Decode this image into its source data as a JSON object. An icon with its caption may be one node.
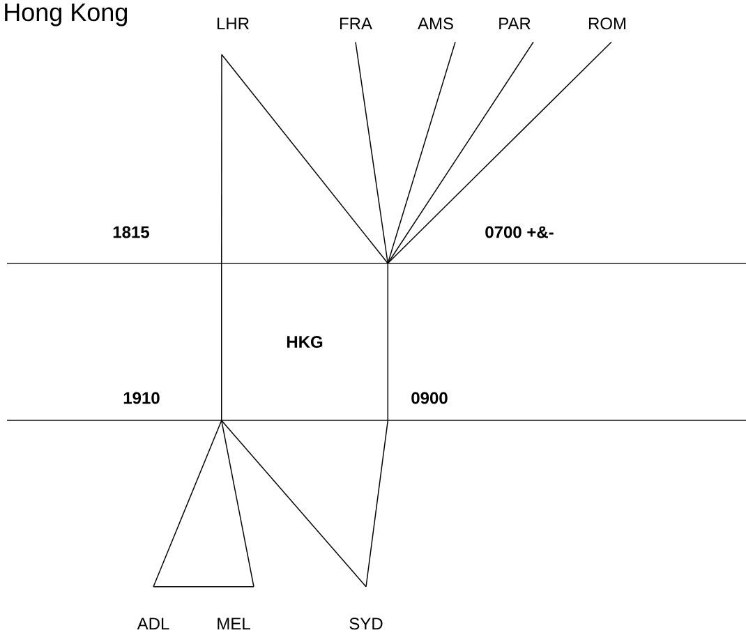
{
  "diagram": {
    "title": "Hong Kong",
    "nodes": [
      {
        "text": [
          "LHR"
        ]
      },
      {
        "text": [
          "FRA"
        ]
      },
      {
        "text": [
          "AMS"
        ]
      },
      {
        "text": [
          "PAR"
        ]
      },
      {
        "text": [
          "ROM"
        ]
      },
      {
        "text": [
          "HKG"
        ]
      },
      {
        "text": [
          "ADL"
        ]
      },
      {
        "text": [
          "MEL"
        ]
      },
      {
        "text": [
          "SYD"
        ]
      }
    ],
    "edges": [
      {
        "from": 0,
        "to": 5,
        "arrow": "none"
      },
      {
        "from": 0,
        "to": 5,
        "arrow": "none"
      },
      {
        "from": 1,
        "to": 5,
        "arrow": "none"
      },
      {
        "from": 2,
        "to": 5,
        "arrow": "none"
      },
      {
        "from": 3,
        "to": 5,
        "arrow": "none"
      },
      {
        "from": 4,
        "to": 5,
        "arrow": "none"
      },
      {
        "from": 5,
        "to": 6,
        "arrow": "none"
      },
      {
        "from": 6,
        "to": 7,
        "arrow": "none"
      },
      {
        "from": 5,
        "to": 7,
        "arrow": "none"
      },
      {
        "from": 5,
        "to": 8,
        "arrow": "none"
      },
      {
        "from": 8,
        "to": 5,
        "arrow": "none"
      }
    ],
    "labels": [
      "1815",
      "0700 +&-",
      "1910",
      "0900"
    ]
  }
}
